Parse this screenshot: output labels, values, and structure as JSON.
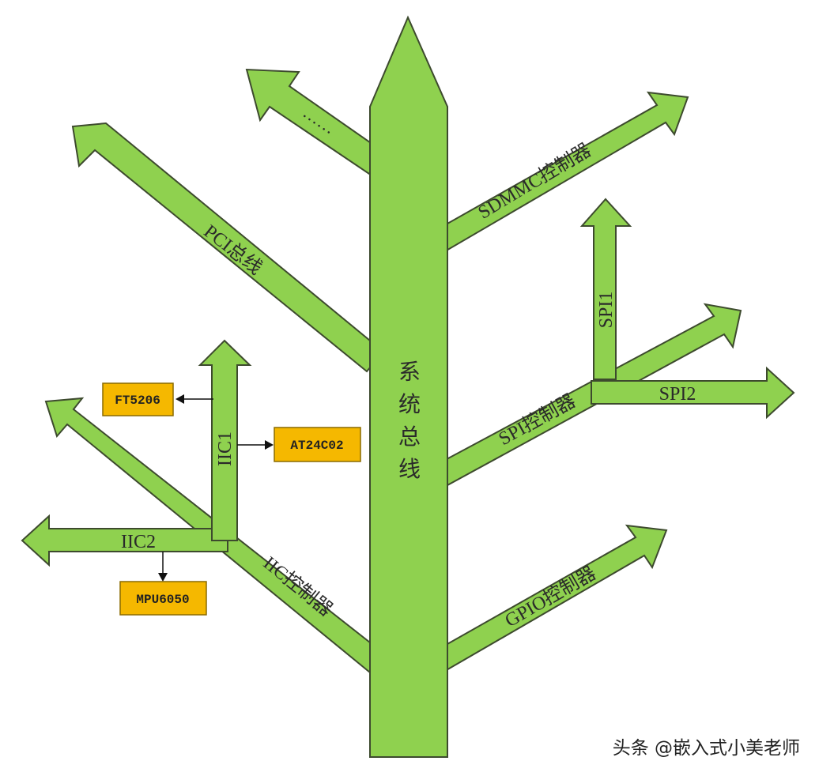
{
  "trunk": {
    "label": "系统总线"
  },
  "branches": {
    "ellipsis": "……",
    "pci": "PCI总线",
    "sdmmc": "SDMMC控制器",
    "spi": "SPI控制器",
    "spi1": "SPI1",
    "spi2": "SPI2",
    "gpio": "GPIO控制器",
    "iic": "IIC控制器",
    "iic1": "IIC1",
    "iic2": "IIC2"
  },
  "devices": {
    "ft5206": "FT5206",
    "at24c02": "AT24C02",
    "mpu6050": "MPU6050"
  },
  "watermark": "头条 @嵌入式小美老师",
  "colors": {
    "branch": "#8fd14f",
    "device": "#f5b800"
  }
}
